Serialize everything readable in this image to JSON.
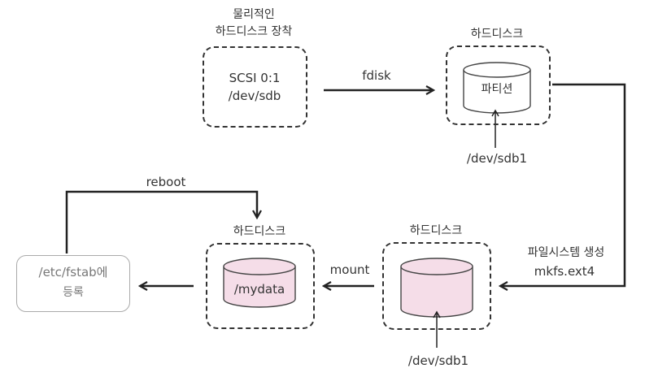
{
  "physical": {
    "caption_line1": "물리적인",
    "caption_line2": "하드디스크 장착",
    "line1": "SCSI 0:1",
    "line2": "/dev/sdb"
  },
  "fdisk_label": "fdisk",
  "partition_disk": {
    "title": "하드디스크",
    "cylinder_label": "파티션",
    "device": "/dev/sdb1"
  },
  "filesystem": {
    "label_line1": "파일시스템 생성",
    "label_line2": "mkfs.ext4"
  },
  "formatted_disk": {
    "title": "하드디스크",
    "device": "/dev/sdb1"
  },
  "mount_label": "mount",
  "mounted_disk": {
    "title": "하드디스크",
    "cylinder_label": "/mydata"
  },
  "reboot_label": "reboot",
  "fstab": {
    "line1": "/etc/fstab에",
    "line2": "등록"
  },
  "colors": {
    "line": "#222222",
    "dash": "#333333",
    "cylinder_fill": "#f5dde8",
    "cylinder_stroke": "#444444",
    "fstab_border": "#aaaaaa"
  }
}
